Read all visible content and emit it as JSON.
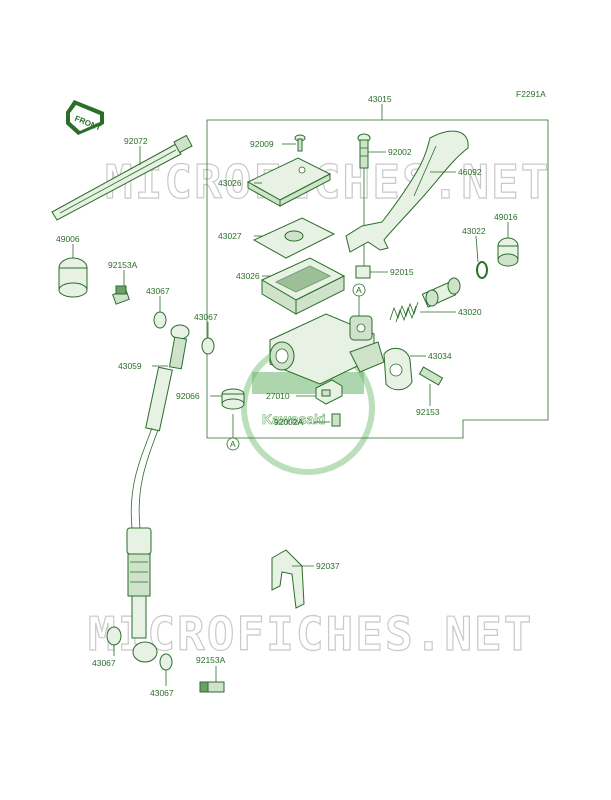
{
  "figure_id": "F2291A",
  "front_label": "FRONT",
  "watermark_text": "MICROFICHES.NET",
  "logo_text": "Kawasaki",
  "colors": {
    "line": "#2a6e2a",
    "fill": "#e7f1e4",
    "watermark": "#c9c9c9",
    "logo": "#5aa85a"
  },
  "callouts": {
    "43015": "43015",
    "92072": "92072",
    "92009": "92009",
    "92002": "92002",
    "43026_cap": "43026",
    "46092": "46092",
    "49016": "49016",
    "43027": "43027",
    "43022": "43022",
    "49006": "49006",
    "43026_body": "43026",
    "92015": "92015",
    "92153A_top": "92153A",
    "43067_a": "43067",
    "43020": "43020",
    "43067_b": "43067",
    "43059": "43059",
    "43034": "43034",
    "92066": "92066",
    "27010": "27010",
    "92153": "92153",
    "92002A": "92002A",
    "92037": "92037",
    "43067_c": "43067",
    "92153A_bottom": "92153A",
    "43067_d": "43067"
  },
  "ref_marks": {
    "a_top": "A",
    "a_bottom": "A"
  }
}
